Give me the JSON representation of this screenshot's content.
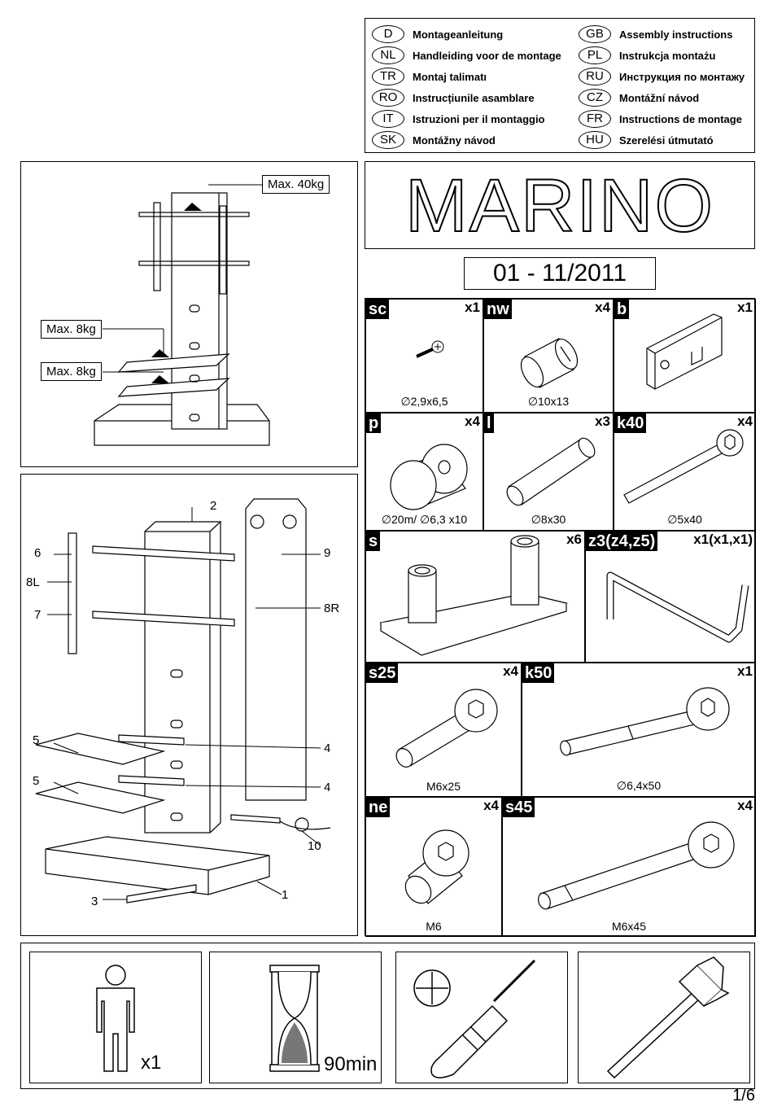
{
  "languages": [
    {
      "code": "D",
      "label": "Montageanleitung"
    },
    {
      "code": "NL",
      "label": "Handleiding voor de montage"
    },
    {
      "code": "TR",
      "label": "Montaj talimatı"
    },
    {
      "code": "RO",
      "label": "Instrucțiunile asamblare"
    },
    {
      "code": "IT",
      "label": "Istruzioni per il montaggio"
    },
    {
      "code": "SK",
      "label": "Montážny návod"
    },
    {
      "code": "GB",
      "label": "Assembly instructions"
    },
    {
      "code": "PL",
      "label": "Instrukcja montażu"
    },
    {
      "code": "RU",
      "label": "Инструкция по монтажу"
    },
    {
      "code": "CZ",
      "label": "Montážní návod"
    },
    {
      "code": "FR",
      "label": "Instructions de montage"
    },
    {
      "code": "HU",
      "label": "Szerelési útmutató"
    }
  ],
  "product": {
    "name": "MARINO",
    "date_code": "01 - 11/2011"
  },
  "overview": {
    "max_top": "Max. 40kg",
    "max_shelf1": "Max. 8kg",
    "max_shelf2": "Max. 8kg"
  },
  "exploded": {
    "labels": [
      "2",
      "6",
      "8L",
      "7",
      "9",
      "8R",
      "5",
      "4",
      "5",
      "4",
      "10",
      "3",
      "1"
    ]
  },
  "parts": [
    {
      "code": "sc",
      "qty": "x1",
      "caption": "∅2,9x6,5",
      "icon": "screw-icon"
    },
    {
      "code": "nw",
      "qty": "x4",
      "caption": "∅10x13",
      "icon": "dowel-nut-icon"
    },
    {
      "code": "b",
      "qty": "x1",
      "caption": "",
      "icon": "bracket-icon"
    },
    {
      "code": "p",
      "qty": "x4",
      "caption": "∅20m/ ∅6,3 x10",
      "icon": "pad-icon"
    },
    {
      "code": "l",
      "qty": "x3",
      "caption": "∅8x30",
      "icon": "dowel-icon"
    },
    {
      "code": "k40",
      "qty": "x4",
      "caption": "∅5x40",
      "icon": "bolt-icon"
    },
    {
      "code": "s",
      "qty": "x6",
      "caption": "",
      "icon": "shelf-support-icon"
    },
    {
      "code": "z3(z4,z5)",
      "qty": "x1(x1,x1)",
      "caption": "",
      "icon": "allen-key-icon"
    },
    {
      "code": "s25",
      "qty": "x4",
      "caption": "M6x25",
      "icon": "hex-bolt-icon"
    },
    {
      "code": "k50",
      "qty": "x1",
      "caption": "∅6,4x50",
      "icon": "long-bolt-icon"
    },
    {
      "code": "ne",
      "qty": "x4",
      "caption": "M6",
      "icon": "hex-nut-icon"
    },
    {
      "code": "s45",
      "qty": "x4",
      "caption": "M6x45",
      "icon": "long-hex-bolt-icon"
    }
  ],
  "tools": [
    {
      "icon": "person-icon",
      "label": "x1"
    },
    {
      "icon": "hourglass-icon",
      "label": "90min"
    },
    {
      "icon": "screwdriver-icon",
      "label": ""
    },
    {
      "icon": "hammer-icon",
      "label": ""
    }
  ],
  "page": {
    "number": "1/6"
  }
}
